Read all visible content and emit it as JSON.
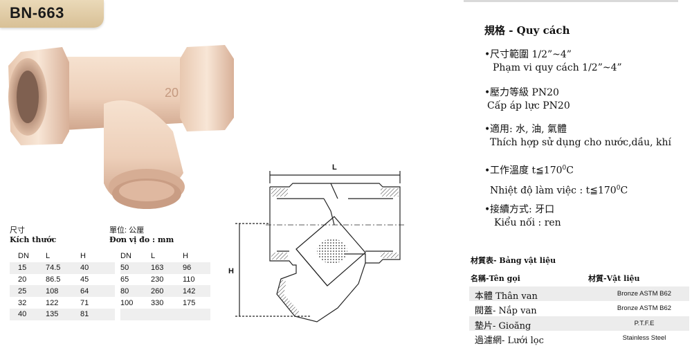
{
  "model": "BN-663",
  "size_table": {
    "label_zh": "尺寸",
    "label_vi": "Kích thước",
    "unit_zh": "單位: 公厘",
    "unit_vi": "Đơn vị đo : mm",
    "headers": [
      "DN",
      "L",
      "H"
    ],
    "left": [
      [
        "15",
        "74.5",
        "40"
      ],
      [
        "20",
        "86.5",
        "45"
      ],
      [
        "25",
        "108",
        "64"
      ],
      [
        "32",
        "122",
        "71"
      ],
      [
        "40",
        "135",
        "81"
      ]
    ],
    "right": [
      [
        "50",
        "163",
        "96"
      ],
      [
        "65",
        "230",
        "110"
      ],
      [
        "80",
        "260",
        "142"
      ],
      [
        "100",
        "330",
        "175"
      ]
    ]
  },
  "drawing": {
    "dim_L": "L",
    "dim_H": "H"
  },
  "spec": {
    "title": "規格 - Quy cách",
    "items": [
      {
        "zh": "尺寸範圍 1/2”~4”",
        "vi": "Phạm vi quy cách 1/2”~4”"
      },
      {
        "zh": "壓力等級 PN20",
        "vi": "Cấp áp lực PN20"
      },
      {
        "zh": "適用: 水, 油, 氣體",
        "vi": "Thích hợp sử dụng cho nước,dầu, khí"
      },
      {
        "zh": "工作溫度 t≦170",
        "zh_sup": "0",
        "zh_tail": "C",
        "vi": "Nhiệt độ làm việc : t≦170",
        "vi_sup": "0",
        "vi_tail": "C"
      },
      {
        "zh": "接續方式: 牙口",
        "vi": "Kiểu nối : ren"
      }
    ]
  },
  "materials": {
    "title": "材質表- Bảng vật liệu",
    "col_name": "名稱-Tên gọi",
    "col_material": "材質-Vật liệu",
    "rows": [
      {
        "name": "本體 Thân van",
        "material": "Bronze ASTM B62"
      },
      {
        "name": "閥蓋- Nắp van",
        "material": "Bronze ASTM B62"
      },
      {
        "name": "墊片- Gioăng",
        "material": "P.T.F.E"
      },
      {
        "name": "過濾網- Lưới lọc",
        "material": "Stainless Steel"
      }
    ]
  },
  "colors": {
    "bronze_light": "#f4dcc8",
    "bronze_mid": "#e2bea4",
    "bronze_dark": "#c89c82",
    "tab": "#e0caa4"
  }
}
